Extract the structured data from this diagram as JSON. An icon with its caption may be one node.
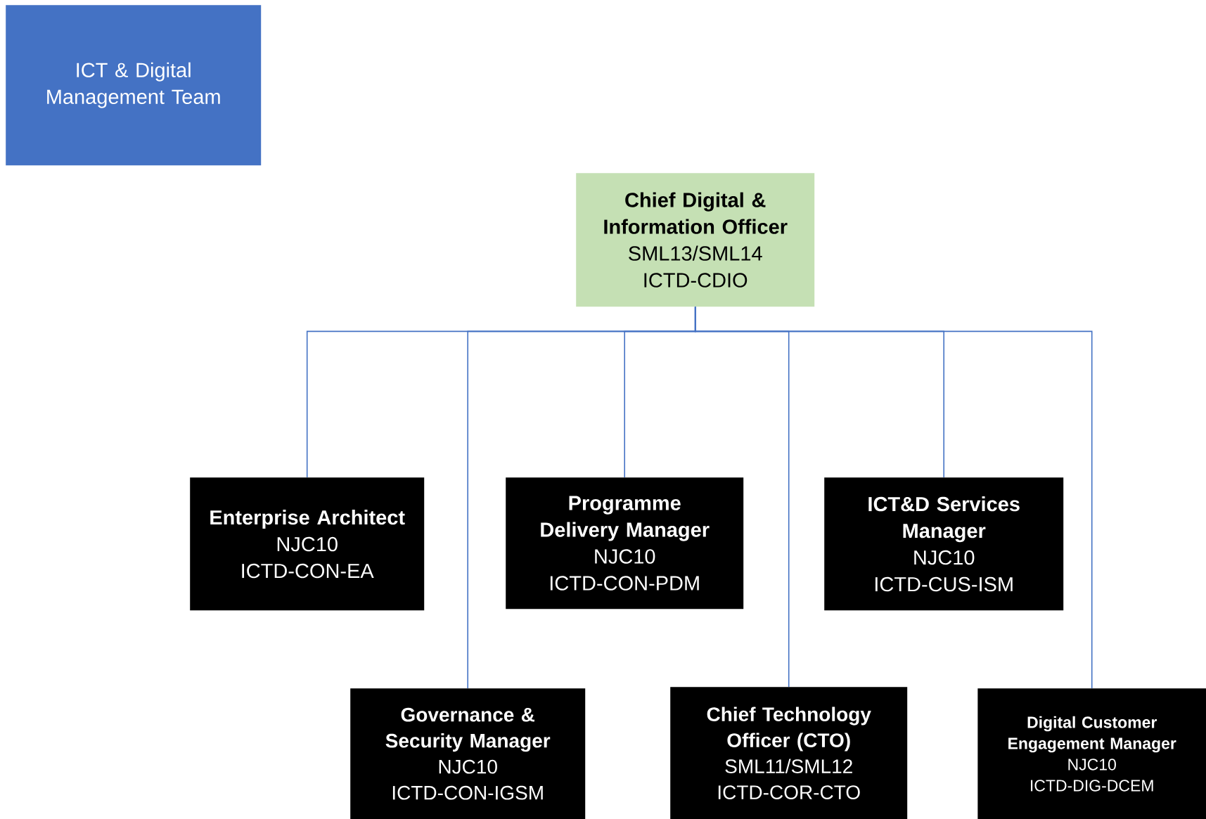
{
  "diagram": {
    "nodes": [
      {
        "text": [
          "ICT & Digital Management Team"
        ]
      },
      {
        "text": [
          "Chief Digital & Information Officer",
          "SML13/SML14",
          "ICTD-CDIO"
        ]
      },
      {
        "text": [
          "Enterprise Architect",
          "NJC10",
          "ICTD-CON-EA"
        ]
      },
      {
        "text": [
          "Programme Delivery Manager",
          "NJC10",
          "ICTD-CON-PDM"
        ]
      },
      {
        "text": [
          "ICT&D Services Manager",
          "NJC10",
          "ICTD-CUS-ISM"
        ]
      },
      {
        "text": [
          "Governance & Security Manager",
          "NJC10",
          "ICTD-CON-IGSM"
        ]
      },
      {
        "text": [
          "Chief Technology Officer (CTO)",
          "SML11/SML12",
          "ICTD-COR-CTO"
        ]
      },
      {
        "text": [
          "Digital Customer Engagement Manager",
          "NJC10",
          "ICTD-DIG-DCEM"
        ]
      }
    ],
    "edges": [
      {
        "from": 1,
        "to": 2,
        "arrow": "none"
      },
      {
        "from": 1,
        "to": 5,
        "arrow": "none"
      },
      {
        "from": 1,
        "to": 3,
        "arrow": "none"
      },
      {
        "from": 1,
        "to": 6,
        "arrow": "none"
      },
      {
        "from": 1,
        "to": 4,
        "arrow": "none"
      },
      {
        "from": 1,
        "to": 7,
        "arrow": "none"
      }
    ]
  }
}
